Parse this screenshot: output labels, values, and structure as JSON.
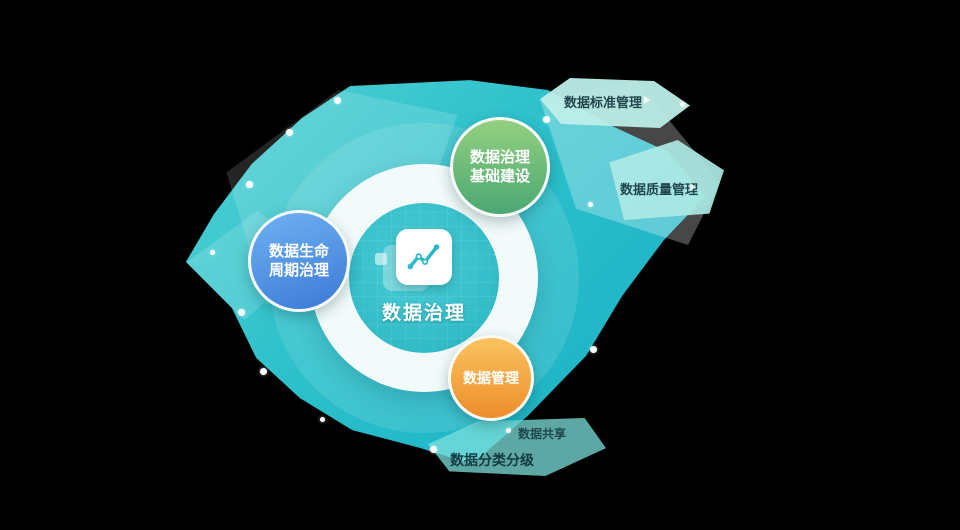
{
  "center": {
    "label": "数据治理",
    "icon": "line-chart-icon"
  },
  "satellites": [
    {
      "name": "governance-foundation",
      "lines": [
        "数据治理",
        "基础建设"
      ],
      "color_from": "#93D07F",
      "color_to": "#4AA873"
    },
    {
      "name": "data-lifecycle",
      "lines": [
        "数据生命",
        "周期治理"
      ],
      "color_from": "#6FB2F2",
      "color_to": "#3B79D6"
    },
    {
      "name": "data-management",
      "lines": [
        "数据管理"
      ],
      "color_from": "#FAC35F",
      "color_to": "#EE8D2C"
    }
  ],
  "edge_labels": [
    {
      "text": "数据标准管理"
    },
    {
      "text": "数据质量管理"
    },
    {
      "text": "数据共享"
    },
    {
      "text": "数据分类分级"
    }
  ],
  "colors": {
    "background": "#000000",
    "teal_main": "#2CC0CB",
    "teal_deep": "#17AEC3",
    "teal_light": "#BDEEE9",
    "ring_white": "#F2FAFA",
    "icon_stroke": "#2CB9C6"
  }
}
